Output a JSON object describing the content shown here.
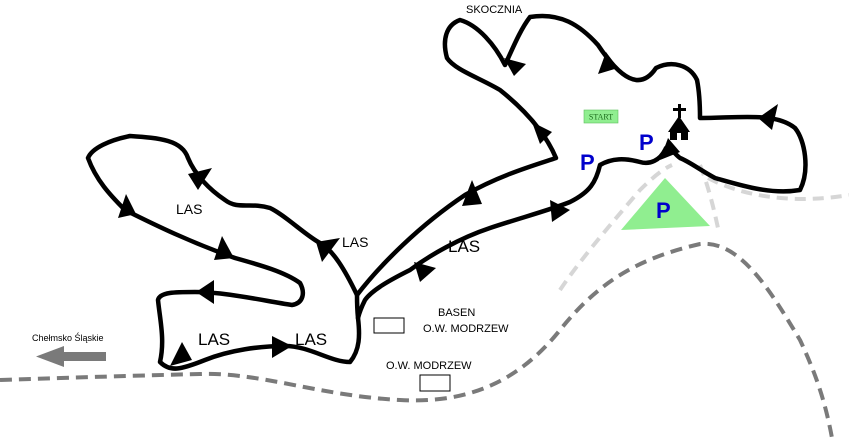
{
  "map": {
    "labels": {
      "skocznia": "SKOCZNIA",
      "start": "START",
      "las_1": "LAS",
      "las_2": "LAS",
      "las_3": "LAS",
      "las_4": "LAS",
      "las_5": "LAS",
      "basen_line1": "BASEN",
      "basen_line2": "O.W. MODRZEW",
      "ow_modrzew": "O.W. MODRZEW",
      "direction": "Chełmsko Śląskie"
    },
    "parking": {
      "p1": "P",
      "p2": "P",
      "p3": "P"
    },
    "colors": {
      "trail": "#000000",
      "road_main": "#7a7a7a",
      "road_minor": "#d6d6d6",
      "parking_area": "#90ee90",
      "parking_text": "#0000cc",
      "start_box": "#90ee90"
    },
    "icons": [
      "church-icon",
      "left-arrow-icon"
    ]
  }
}
